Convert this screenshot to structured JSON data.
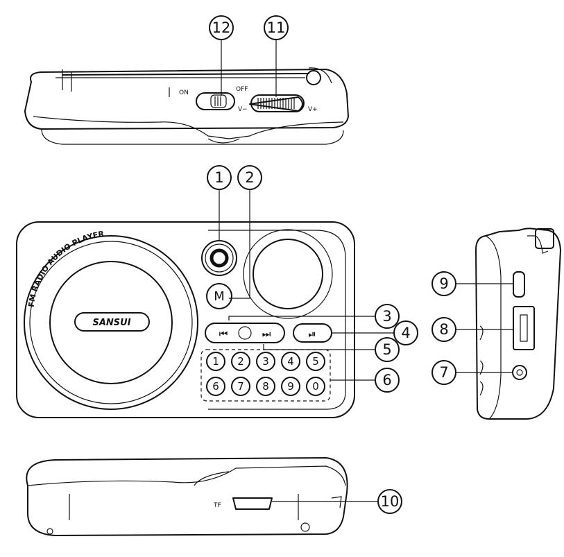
{
  "callouts": [
    "1",
    "2",
    "3",
    "4",
    "5",
    "6",
    "7",
    "8",
    "9",
    "10",
    "11",
    "12"
  ],
  "power_switch": {
    "on": "ON",
    "off": "OFF"
  },
  "volume": {
    "minus": "V−",
    "plus": "V+"
  },
  "arc_text": "FM RADIO AUDIO PLAYER",
  "brand": "SANSUI",
  "mode_button": "M",
  "tf_label": "TF",
  "keypad": [
    "1",
    "2",
    "3",
    "4",
    "5",
    "6",
    "7",
    "8",
    "9",
    "0"
  ]
}
